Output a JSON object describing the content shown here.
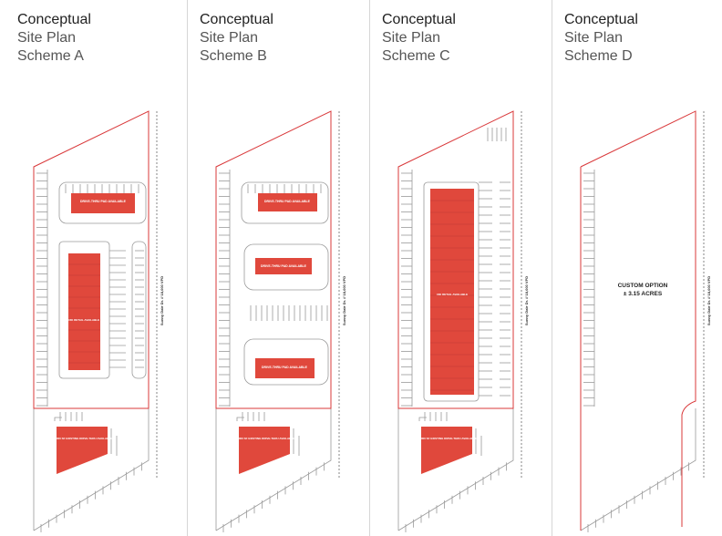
{
  "colors": {
    "accent": "#e0483c",
    "outline": "#d9383a",
    "lines": "#9a9a9a"
  },
  "road_label": "Sunny Dale Dr. // 18,000 VPD",
  "schemes": [
    {
      "line1": "Conceptual",
      "line2": "Site Plan",
      "line3": "Scheme A",
      "labels": {
        "pad1": "DRIVE-THRU PAD AVAILABLE",
        "retail": "±6K RETAIL AVAILABLE",
        "existing": "± 4,000 SF EXISTING DRIVE-THRU AVAILABLE"
      }
    },
    {
      "line1": "Conceptual",
      "line2": "Site Plan",
      "line3": "Scheme B",
      "labels": {
        "pad1": "DRIVE-THRU PAD AVAILABLE",
        "pad2": "DRIVE-THRU PAD AVAILABLE",
        "pad3": "DRIVE-THRU PAD AVAILABLE",
        "existing": "± 4,000 SF EXISTING DRIVE-THRU AVAILABLE"
      }
    },
    {
      "line1": "Conceptual",
      "line2": "Site Plan",
      "line3": "Scheme C",
      "labels": {
        "retail": "±6K RETAIL AVAILABLE",
        "existing": "± 4,000 SF EXISTING DRIVE-THRU AVAILABLE"
      }
    },
    {
      "line1": "Conceptual",
      "line2": "Site Plan",
      "line3": "Scheme D",
      "labels": {
        "custom1": "CUSTOM OPTION",
        "custom2": "± 3.15 ACRES"
      }
    }
  ]
}
